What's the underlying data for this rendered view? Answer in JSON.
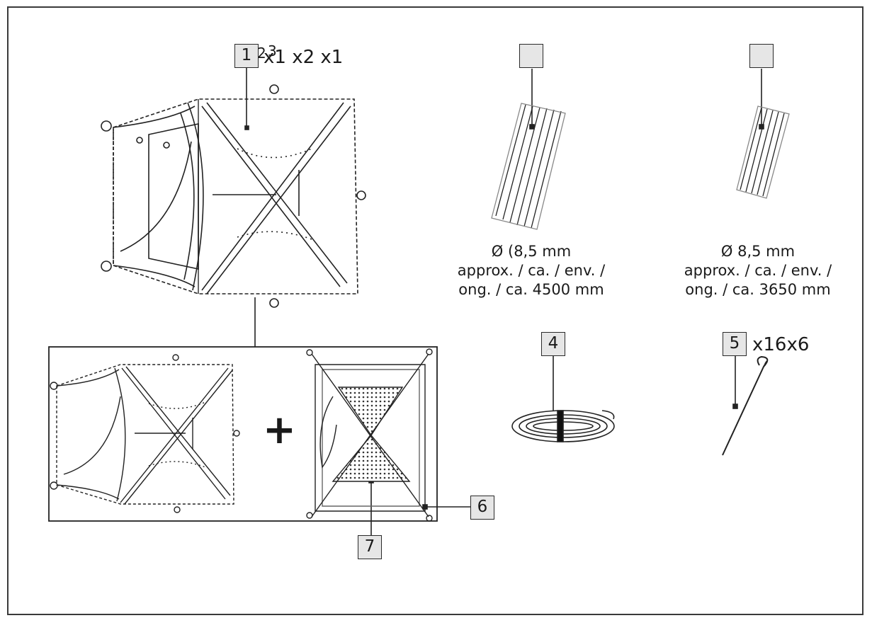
{
  "callouts": {
    "c1": "1",
    "c2": "2",
    "c3": "3",
    "c4": "4",
    "c5": "5",
    "c6": "6",
    "c7": "7",
    "c_pole_a": "",
    "c_pole_b": ""
  },
  "quantities": {
    "tent": "x1  x2 x1",
    "pegs": "x16x6"
  },
  "specs": {
    "pole_a": [
      "Ø (8,5 mm",
      "approx. / ca. / env. /",
      "ong. / ca. 4500 mm"
    ],
    "pole_b": [
      "Ø 8,5 mm",
      "approx. / ca. / env. /",
      "ong. / ca. 3650 mm"
    ]
  },
  "symbols": {
    "plus": "+"
  },
  "icons": [
    "tent-outer-icon",
    "tent-inner-icon",
    "pole-bundle-icon",
    "guy-rope-icon",
    "tent-peg-icon"
  ]
}
